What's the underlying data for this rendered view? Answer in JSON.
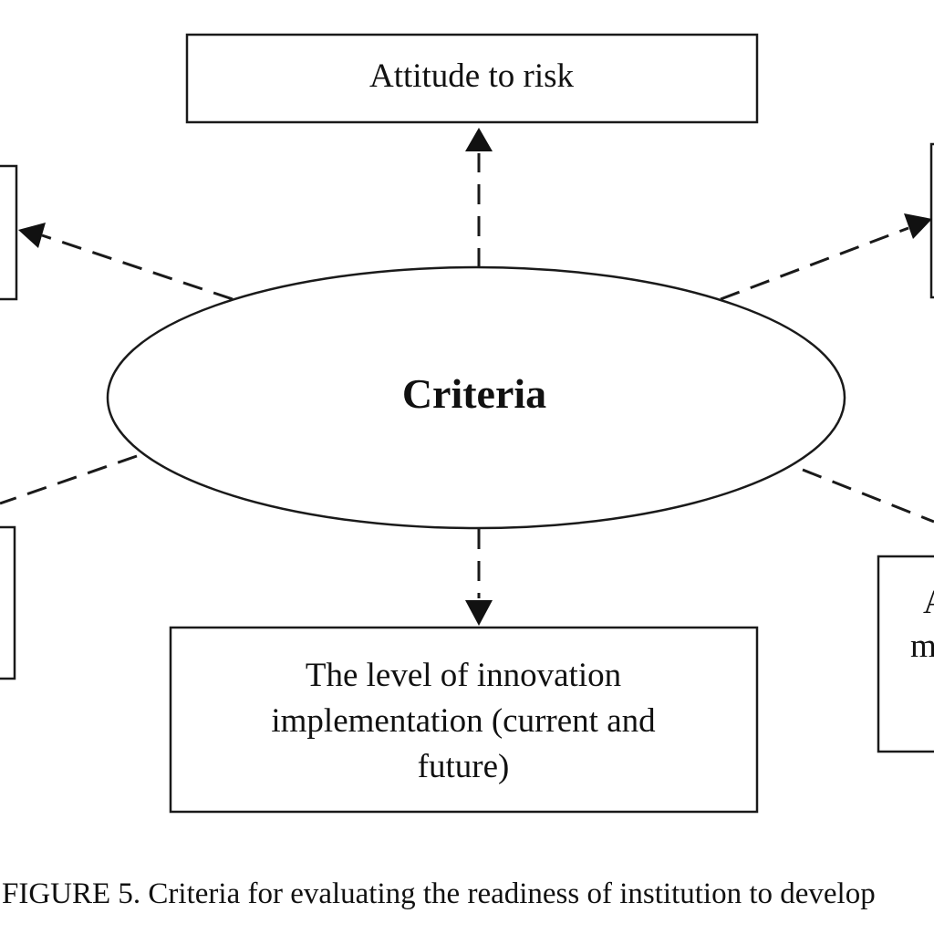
{
  "diagram": {
    "center": {
      "label": "Criteria"
    },
    "nodes": {
      "top": {
        "lines": [
          "Attitude to risk"
        ]
      },
      "bottom": {
        "lines": [
          "The level of innovation",
          "implementation (current and",
          "future)"
        ]
      },
      "bottom_right": {
        "lines": [
          "A",
          "m"
        ]
      },
      "top_left": {
        "lines": []
      },
      "top_right": {
        "lines": []
      },
      "bottom_left": {
        "lines": []
      }
    },
    "caption": "FIGURE 5. Criteria for evaluating the readiness of institution to develop"
  }
}
